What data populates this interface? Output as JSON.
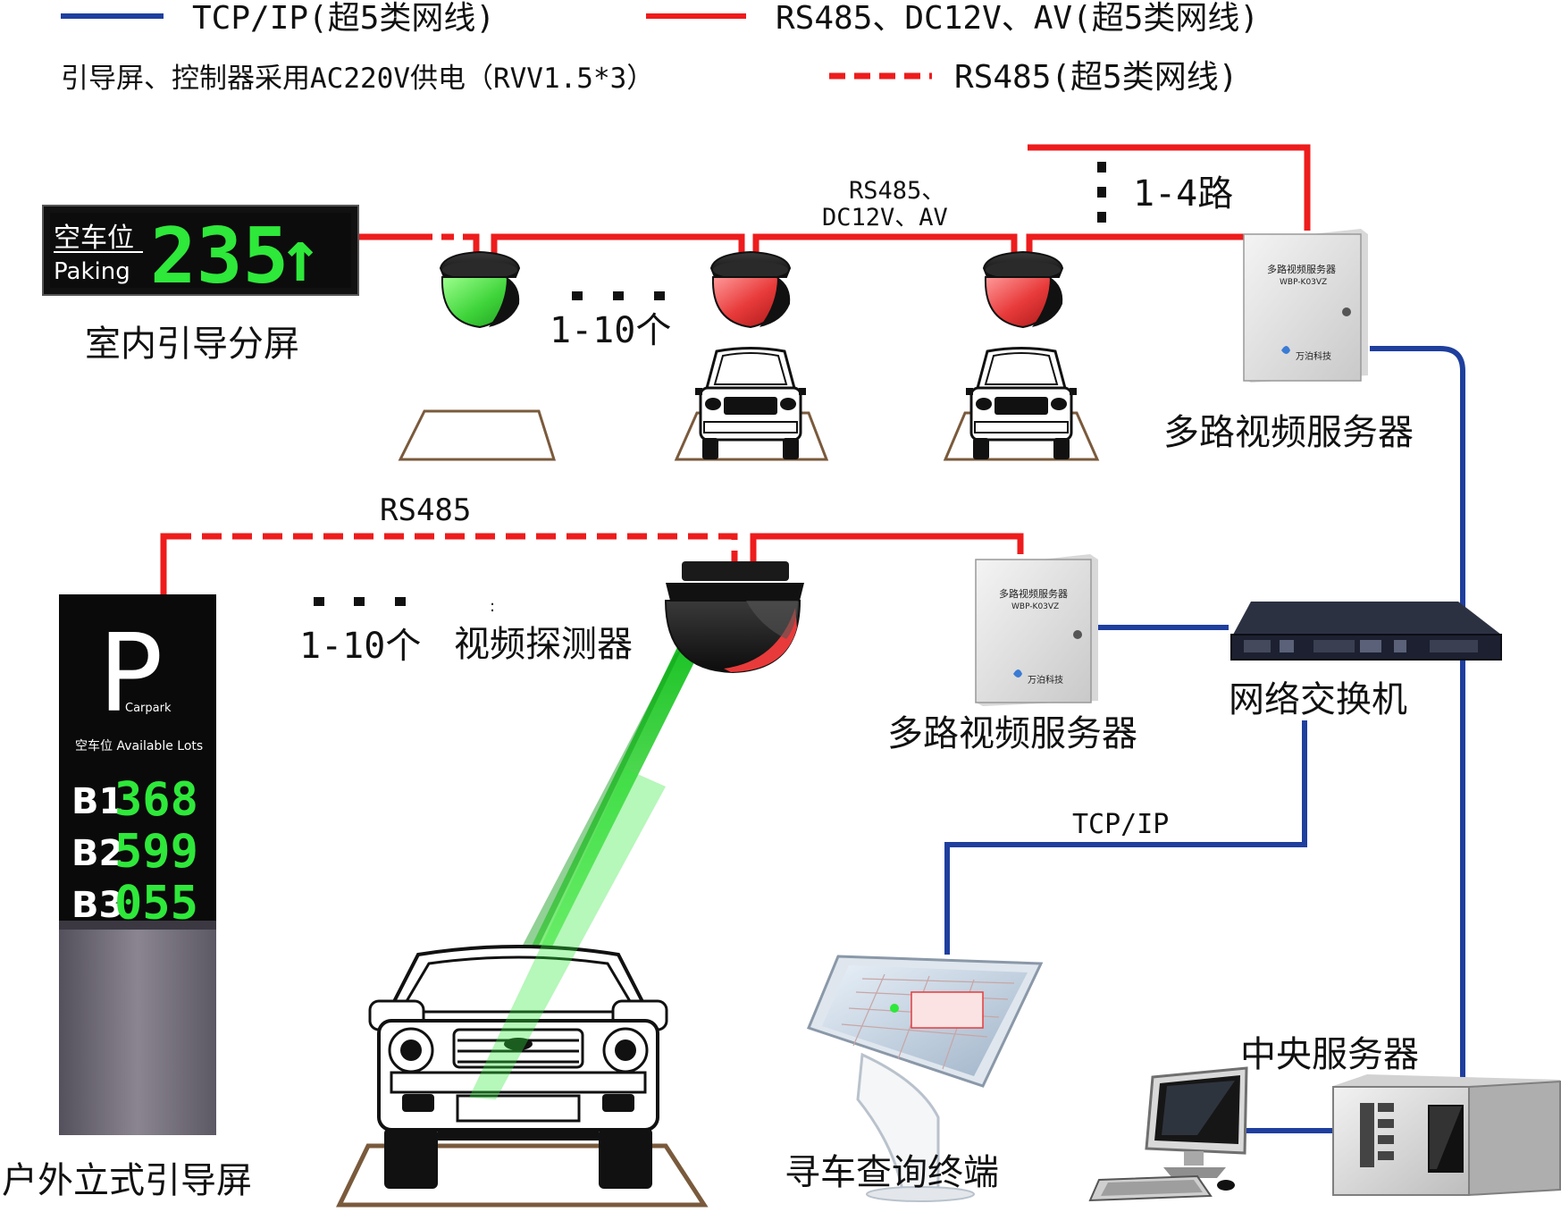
{
  "legend": {
    "tcp_ip": "TCP/IP(超5类网线)",
    "rs485_dc_av": "RS485、DC12V、AV(超5类网线)",
    "power": "引导屏、控制器采用AC220V供电（RVV1.5*3）",
    "rs485": "RS485(超5类网线)"
  },
  "colors": {
    "tcp_ip_line": "#1f3f9e",
    "rs485_line": "#ee1c1c",
    "led_green": "#2ee83a",
    "indicator_green": "#47e645",
    "indicator_red": "#e83a3a",
    "outdoor_screen": "#6e6a75",
    "beam_green": "#2ee83a"
  },
  "indoor_screen": {
    "line1": "空车位",
    "line2": "Paking",
    "count": "235",
    "arrow": "↑",
    "caption": "室内引导分屏"
  },
  "top_bus": {
    "label_line1": "RS485、",
    "label_line2": "DC12V、AV",
    "detector_count": "1-10个",
    "route_count": "1-4路"
  },
  "video_server_top": {
    "panel_title": "多路视频服务器",
    "panel_model": "WBP-K03VZ",
    "panel_brand": "万泊科技",
    "caption": "多路视频服务器"
  },
  "video_server_mid": {
    "panel_title": "多路视频服务器",
    "panel_model": "WBP-K03VZ",
    "panel_brand": "万泊科技",
    "caption": "多路视频服务器"
  },
  "mid_bus": {
    "rs485_label": "RS485",
    "detector_count": "1-10个",
    "detector_caption": "视频探测器",
    "colon_mark": ":"
  },
  "outdoor_screen": {
    "big_letter": "P",
    "sub": "Carpark",
    "available": "空车位  Available Lots",
    "rows": [
      {
        "level": "B1",
        "count": "368"
      },
      {
        "level": "B2",
        "count": "599"
      },
      {
        "level": "B3",
        "count": "055"
      }
    ],
    "caption": "户外立式引导屏"
  },
  "switch": {
    "caption": "网络交换机"
  },
  "tcp_link": {
    "label": "TCP/IP"
  },
  "kiosk": {
    "caption": "寻车查询终端"
  },
  "central": {
    "caption": "中央服务器"
  },
  "icons": [
    "indicator-light-icon",
    "car-icon",
    "video-detector-icon",
    "switch-icon",
    "kiosk-icon",
    "monitor-icon",
    "keyboard-icon",
    "mouse-icon",
    "server-case-icon",
    "video-server-icon"
  ]
}
